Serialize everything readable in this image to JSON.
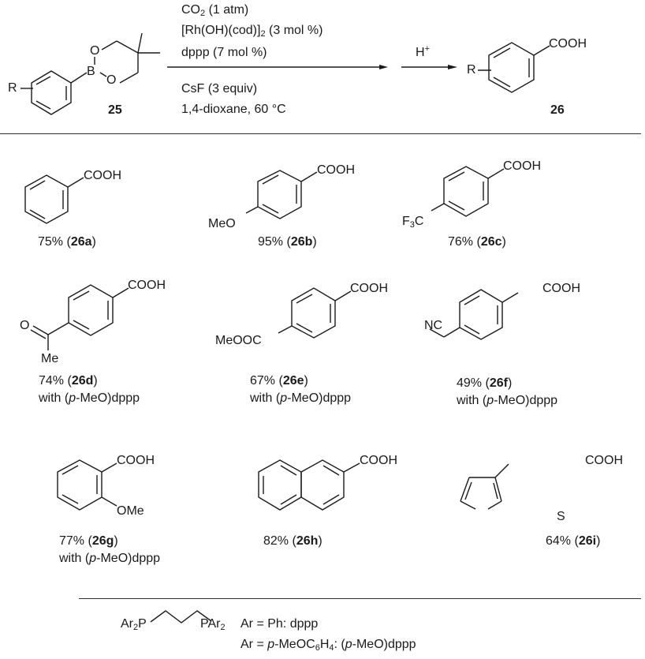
{
  "scheme": {
    "reactant": {
      "label": "25",
      "substituent": "R",
      "atoms": {
        "o_top": "O",
        "b": "B",
        "o_bottom": "O"
      }
    },
    "conditions_above": [
      {
        "text": "CO",
        "sub": "2",
        "rest": " (1 atm)"
      },
      {
        "text": "[Rh(OH)(cod)]",
        "sub": "2",
        "rest": " (3 mol %)"
      },
      {
        "text": "dppp (7 mol %)",
        "sub": "",
        "rest": ""
      }
    ],
    "conditions_below": [
      "CsF (3 equiv)",
      "1,4-dioxane, 60 °C"
    ],
    "second_step": {
      "reagent": "H",
      "sup": "+"
    },
    "product": {
      "label": "26",
      "substituent": "R",
      "group": "COOH"
    }
  },
  "substrates": [
    {
      "id": "26a",
      "yield": "75%",
      "prefix": "26",
      "suffix": "a",
      "note": "",
      "groups": {
        "acid": "COOH"
      }
    },
    {
      "id": "26b",
      "yield": "95%",
      "prefix": "26",
      "suffix": "b",
      "note": "",
      "groups": {
        "acid": "COOH",
        "sub": "MeO"
      }
    },
    {
      "id": "26c",
      "yield": "76%",
      "prefix": "26",
      "suffix": "c",
      "note": "",
      "groups": {
        "acid": "COOH",
        "sub_main": "F",
        "sub_sub": "3",
        "sub_tail": "C"
      }
    },
    {
      "id": "26d",
      "yield": "74%",
      "prefix": "26",
      "suffix": "d",
      "note": {
        "pre": "with (",
        "it": "p",
        "post": "-MeO)dppp"
      },
      "groups": {
        "acid": "COOH",
        "o": "O",
        "me": "Me"
      }
    },
    {
      "id": "26e",
      "yield": "67%",
      "prefix": "26",
      "suffix": "e",
      "note": {
        "pre": "with (",
        "it": "p",
        "post": "-MeO)dppp"
      },
      "groups": {
        "acid": "COOH",
        "sub": "MeOOC"
      }
    },
    {
      "id": "26f",
      "yield": "49%",
      "prefix": "26",
      "suffix": "f",
      "note": {
        "pre": "with (",
        "it": "p",
        "post": "-MeO)dppp"
      },
      "groups": {
        "acid": "COOH",
        "sub": "NC"
      }
    },
    {
      "id": "26g",
      "yield": "77%",
      "prefix": "26",
      "suffix": "g",
      "note": {
        "pre": "with (",
        "it": "p",
        "post": "-MeO)dppp"
      },
      "groups": {
        "acid": "COOH",
        "sub": "OMe"
      }
    },
    {
      "id": "26h",
      "yield": "82%",
      "prefix": "26",
      "suffix": "h",
      "note": "",
      "groups": {
        "acid": "COOH"
      }
    },
    {
      "id": "26i",
      "yield": "64%",
      "prefix": "26",
      "suffix": "i",
      "note": "",
      "groups": {
        "acid": "COOH",
        "s": "S"
      }
    }
  ],
  "ligand": {
    "left": {
      "main": "Ar",
      "sub": "2",
      "tail": "P"
    },
    "right": {
      "main": "PAr",
      "sub": "2"
    },
    "def1": "Ar = Ph: dppp",
    "def2": {
      "pre": "Ar = ",
      "it1": "p",
      "mid": "-MeOC",
      "sub1": "6",
      "mid2": "H",
      "sub2": "4",
      "colon": ": (",
      "it2": "p",
      "post": "-MeO)dppp"
    }
  }
}
